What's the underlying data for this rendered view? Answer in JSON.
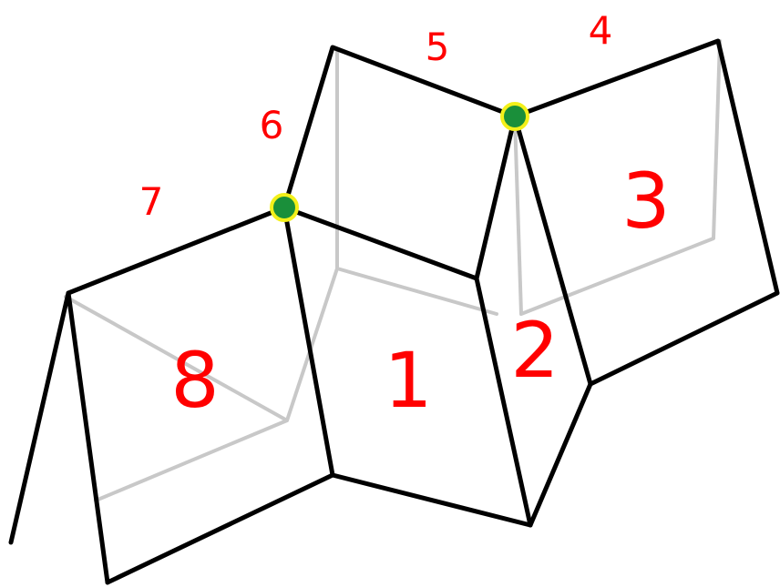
{
  "diagram": {
    "face_labels": {
      "face_1": "1",
      "face_2": "2",
      "face_3": "3",
      "face_8": "8"
    },
    "edge_labels": {
      "edge_4": "4",
      "edge_5": "5",
      "edge_6": "6",
      "edge_7": "7"
    },
    "colors": {
      "label": "#ff0000",
      "edge": "#000000",
      "hidden_edge": "#c8c8c8",
      "vertex_fill": "#1a8f3a",
      "vertex_ring": "#f3f01a"
    }
  }
}
